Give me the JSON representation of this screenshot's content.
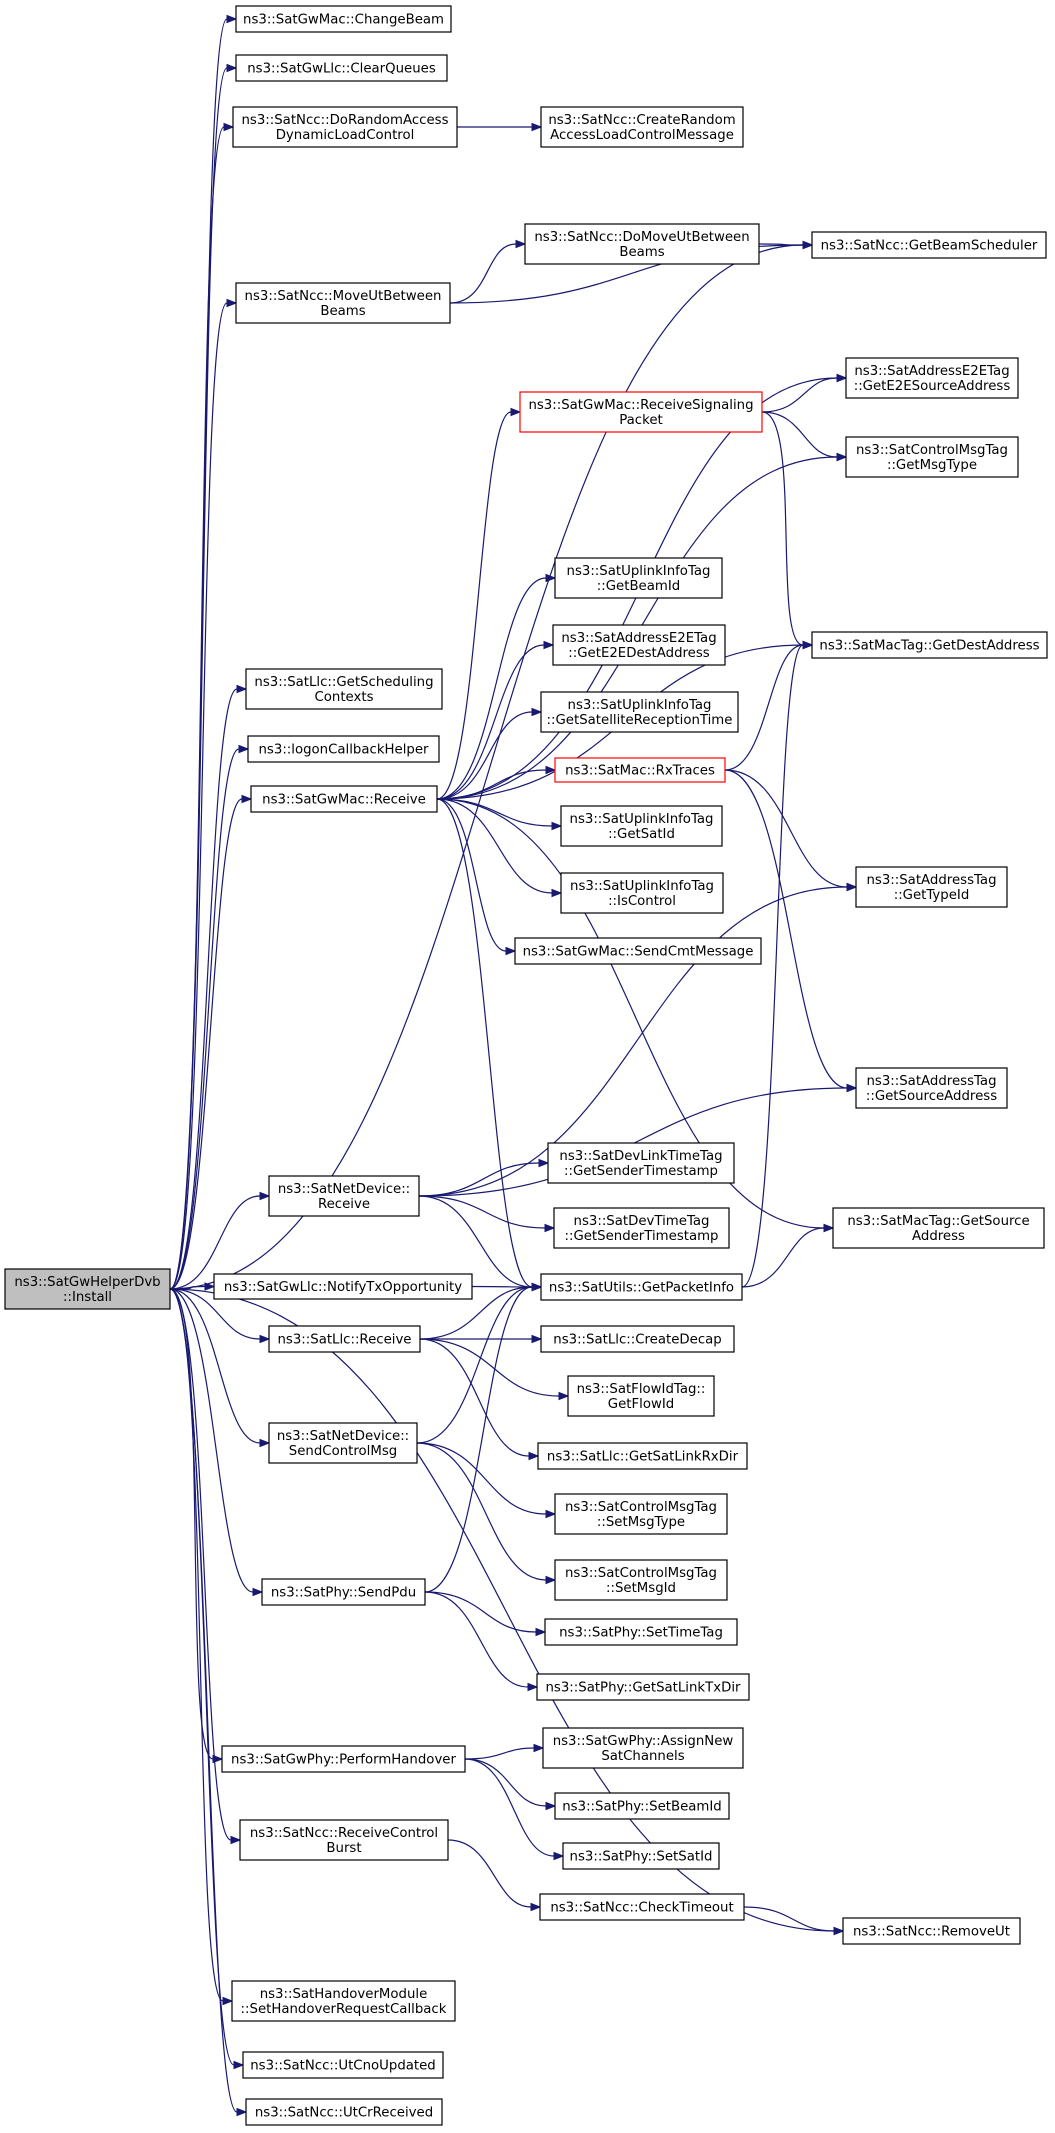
{
  "colors": {
    "edge": "#191970",
    "root_fill": "#bfbfbf",
    "highlight_border": "#ff0000"
  },
  "nodes": [
    {
      "id": "root",
      "lines": [
        "ns3::SatGwHelperDvb",
        "::Install"
      ],
      "kind": "root"
    },
    {
      "id": "changebeam",
      "lines": [
        "ns3::SatGwMac::ChangeBeam"
      ]
    },
    {
      "id": "clearqueues",
      "lines": [
        "ns3::SatGwLlc::ClearQueues"
      ]
    },
    {
      "id": "dorandom",
      "lines": [
        "ns3::SatNcc::DoRandomAccess",
        "DynamicLoadControl"
      ]
    },
    {
      "id": "createrandom",
      "lines": [
        "ns3::SatNcc::CreateRandom",
        "AccessLoadControlMessage"
      ]
    },
    {
      "id": "domoveut",
      "lines": [
        "ns3::SatNcc::DoMoveUtBetween",
        "Beams"
      ]
    },
    {
      "id": "getbeamsched",
      "lines": [
        "ns3::SatNcc::GetBeamScheduler"
      ]
    },
    {
      "id": "moveut",
      "lines": [
        "ns3::SatNcc::MoveUtBetween",
        "Beams"
      ]
    },
    {
      "id": "e2esrc",
      "lines": [
        "ns3::SatAddressE2ETag",
        "::GetE2ESourceAddress"
      ]
    },
    {
      "id": "recvsig",
      "lines": [
        "ns3::SatGwMac::ReceiveSignaling",
        "Packet"
      ],
      "kind": "red"
    },
    {
      "id": "getmsgtype",
      "lines": [
        "ns3::SatControlMsgTag",
        "::GetMsgType"
      ]
    },
    {
      "id": "getbeamid",
      "lines": [
        "ns3::SatUplinkInfoTag",
        "::GetBeamId"
      ]
    },
    {
      "id": "e2edest",
      "lines": [
        "ns3::SatAddressE2ETag",
        "::GetE2EDestAddress"
      ]
    },
    {
      "id": "getdest",
      "lines": [
        "ns3::SatMacTag::GetDestAddress"
      ]
    },
    {
      "id": "getsched",
      "lines": [
        "ns3::SatLlc::GetScheduling",
        "Contexts"
      ]
    },
    {
      "id": "getsatrecv",
      "lines": [
        "ns3::SatUplinkInfoTag",
        "::GetSatelliteReceptionTime"
      ]
    },
    {
      "id": "logon",
      "lines": [
        "ns3::logonCallbackHelper"
      ]
    },
    {
      "id": "gwmacrecv",
      "lines": [
        "ns3::SatGwMac::Receive"
      ]
    },
    {
      "id": "rxtraces",
      "lines": [
        "ns3::SatMac::RxTraces"
      ],
      "kind": "red"
    },
    {
      "id": "getsatid",
      "lines": [
        "ns3::SatUplinkInfoTag",
        "::GetSatId"
      ]
    },
    {
      "id": "gettypeid",
      "lines": [
        "ns3::SatAddressTag",
        "::GetTypeId"
      ]
    },
    {
      "id": "iscontrol",
      "lines": [
        "ns3::SatUplinkInfoTag",
        "::IsControl"
      ]
    },
    {
      "id": "sendcmt",
      "lines": [
        "ns3::SatGwMac::SendCmtMessage"
      ]
    },
    {
      "id": "getsrcaddr",
      "lines": [
        "ns3::SatAddressTag",
        "::GetSourceAddress"
      ]
    },
    {
      "id": "devlinkts",
      "lines": [
        "ns3::SatDevLinkTimeTag",
        "::GetSenderTimestamp"
      ]
    },
    {
      "id": "netdevrecv",
      "lines": [
        "ns3::SatNetDevice::",
        "Receive"
      ]
    },
    {
      "id": "devtimets",
      "lines": [
        "ns3::SatDevTimeTag",
        "::GetSenderTimestamp"
      ]
    },
    {
      "id": "mactagsrc",
      "lines": [
        "ns3::SatMacTag::GetSource",
        "Address"
      ]
    },
    {
      "id": "notifytx",
      "lines": [
        "ns3::SatGwLlc::NotifyTxOpportunity"
      ]
    },
    {
      "id": "getpktinfo",
      "lines": [
        "ns3::SatUtils::GetPacketInfo"
      ]
    },
    {
      "id": "llcrecv",
      "lines": [
        "ns3::SatLlc::Receive"
      ]
    },
    {
      "id": "createdecap",
      "lines": [
        "ns3::SatLlc::CreateDecap"
      ]
    },
    {
      "id": "getflowid",
      "lines": [
        "ns3::SatFlowIdTag::",
        "GetFlowId"
      ]
    },
    {
      "id": "sendctrl",
      "lines": [
        "ns3::SatNetDevice::",
        "SendControlMsg"
      ]
    },
    {
      "id": "getsatlinkrx",
      "lines": [
        "ns3::SatLlc::GetSatLinkRxDir"
      ]
    },
    {
      "id": "setmsgtype",
      "lines": [
        "ns3::SatControlMsgTag",
        "::SetMsgType"
      ]
    },
    {
      "id": "setmsgid",
      "lines": [
        "ns3::SatControlMsgTag",
        "::SetMsgId"
      ]
    },
    {
      "id": "sendpdu",
      "lines": [
        "ns3::SatPhy::SendPdu"
      ]
    },
    {
      "id": "settimetag",
      "lines": [
        "ns3::SatPhy::SetTimeTag"
      ]
    },
    {
      "id": "getsatlinktx",
      "lines": [
        "ns3::SatPhy::GetSatLinkTxDir"
      ]
    },
    {
      "id": "assignnew",
      "lines": [
        "ns3::SatGwPhy::AssignNew",
        "SatChannels"
      ]
    },
    {
      "id": "perfhandover",
      "lines": [
        "ns3::SatGwPhy::PerformHandover"
      ]
    },
    {
      "id": "setbeamid",
      "lines": [
        "ns3::SatPhy::SetBeamId"
      ]
    },
    {
      "id": "recvctrl",
      "lines": [
        "ns3::SatNcc::ReceiveControl",
        "Burst"
      ]
    },
    {
      "id": "setsatid",
      "lines": [
        "ns3::SatPhy::SetSatId"
      ]
    },
    {
      "id": "checktimeout",
      "lines": [
        "ns3::SatNcc::CheckTimeout"
      ]
    },
    {
      "id": "removeut",
      "lines": [
        "ns3::SatNcc::RemoveUt"
      ]
    },
    {
      "id": "sethandover",
      "lines": [
        "ns3::SatHandoverModule",
        "::SetHandoverRequestCallback"
      ]
    },
    {
      "id": "utcno",
      "lines": [
        "ns3::SatNcc::UtCnoUpdated"
      ]
    },
    {
      "id": "utcr",
      "lines": [
        "ns3::SatNcc::UtCrReceived"
      ]
    }
  ],
  "edges": [
    [
      "root",
      "changebeam"
    ],
    [
      "root",
      "clearqueues"
    ],
    [
      "root",
      "dorandom"
    ],
    [
      "root",
      "getbeamsched"
    ],
    [
      "root",
      "moveut"
    ],
    [
      "root",
      "getsched"
    ],
    [
      "root",
      "logon"
    ],
    [
      "root",
      "gwmacrecv"
    ],
    [
      "root",
      "netdevrecv"
    ],
    [
      "root",
      "notifytx"
    ],
    [
      "root",
      "llcrecv"
    ],
    [
      "root",
      "sendctrl"
    ],
    [
      "root",
      "sendpdu"
    ],
    [
      "root",
      "perfhandover"
    ],
    [
      "root",
      "recvctrl"
    ],
    [
      "root",
      "removeut"
    ],
    [
      "root",
      "sethandover"
    ],
    [
      "root",
      "utcno"
    ],
    [
      "root",
      "utcr"
    ],
    [
      "dorandom",
      "createrandom"
    ],
    [
      "moveut",
      "domoveut"
    ],
    [
      "moveut",
      "getbeamsched"
    ],
    [
      "domoveut",
      "getbeamsched"
    ],
    [
      "gwmacrecv",
      "e2esrc"
    ],
    [
      "gwmacrecv",
      "recvsig"
    ],
    [
      "gwmacrecv",
      "getmsgtype"
    ],
    [
      "gwmacrecv",
      "getdest"
    ],
    [
      "gwmacrecv",
      "getbeamid"
    ],
    [
      "gwmacrecv",
      "e2edest"
    ],
    [
      "gwmacrecv",
      "getsatrecv"
    ],
    [
      "gwmacrecv",
      "rxtraces"
    ],
    [
      "gwmacrecv",
      "getsatid"
    ],
    [
      "gwmacrecv",
      "iscontrol"
    ],
    [
      "gwmacrecv",
      "sendcmt"
    ],
    [
      "gwmacrecv",
      "getpktinfo"
    ],
    [
      "gwmacrecv",
      "mactagsrc"
    ],
    [
      "recvsig",
      "e2esrc"
    ],
    [
      "recvsig",
      "getmsgtype"
    ],
    [
      "recvsig",
      "getdest"
    ],
    [
      "rxtraces",
      "getdest"
    ],
    [
      "rxtraces",
      "gettypeid"
    ],
    [
      "rxtraces",
      "getsrcaddr"
    ],
    [
      "netdevrecv",
      "gettypeid"
    ],
    [
      "netdevrecv",
      "getsrcaddr"
    ],
    [
      "netdevrecv",
      "devlinkts"
    ],
    [
      "netdevrecv",
      "devtimets"
    ],
    [
      "netdevrecv",
      "getpktinfo"
    ],
    [
      "notifytx",
      "getpktinfo"
    ],
    [
      "getpktinfo",
      "getdest"
    ],
    [
      "getpktinfo",
      "mactagsrc"
    ],
    [
      "llcrecv",
      "getpktinfo"
    ],
    [
      "llcrecv",
      "createdecap"
    ],
    [
      "llcrecv",
      "getflowid"
    ],
    [
      "llcrecv",
      "getsatlinkrx"
    ],
    [
      "sendctrl",
      "getpktinfo"
    ],
    [
      "sendctrl",
      "setmsgtype"
    ],
    [
      "sendctrl",
      "setmsgid"
    ],
    [
      "sendpdu",
      "getpktinfo"
    ],
    [
      "sendpdu",
      "settimetag"
    ],
    [
      "sendpdu",
      "getsatlinktx"
    ],
    [
      "perfhandover",
      "assignnew"
    ],
    [
      "perfhandover",
      "setbeamid"
    ],
    [
      "perfhandover",
      "setsatid"
    ],
    [
      "recvctrl",
      "checktimeout"
    ],
    [
      "checktimeout",
      "removeut"
    ]
  ]
}
